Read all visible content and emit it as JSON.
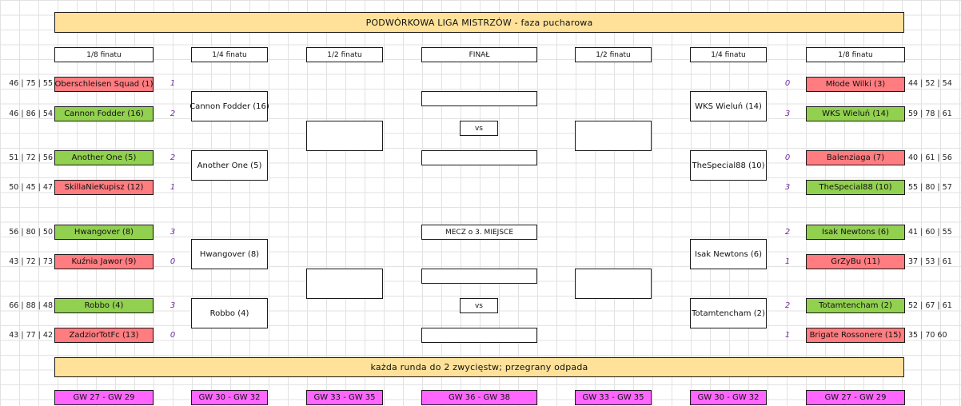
{
  "title": "PODWÓRKOWA LIGA MISTRZÓW - faza pucharowa",
  "rule": "każda runda do 2 zwycięstw; przegrany odpada",
  "headers": {
    "r16_left": "1/8 finatu",
    "qf_left": "1/4 finatu",
    "sf_left": "1/2 finatu",
    "final": "FINAŁ",
    "sf_right": "1/2 finatu",
    "qf_right": "1/4 finatu",
    "r16_right": "1/8 finatu"
  },
  "third_place_label": "MECZ o 3. MIEJSCE",
  "vs_label": "vs",
  "left_r16": [
    {
      "team": "Oberschleisen Squad (1)",
      "score": "1",
      "stats": "46 | 75 | 55",
      "result": "lose"
    },
    {
      "team": "Cannon Fodder (16)",
      "score": "2",
      "stats": "46 | 86 | 54",
      "result": "win"
    },
    {
      "team": "Another One (5)",
      "score": "2",
      "stats": "51 | 72 | 56",
      "result": "win"
    },
    {
      "team": "SkillaNieKupisz (12)",
      "score": "1",
      "stats": "50 | 45 | 47",
      "result": "lose"
    },
    {
      "team": "Hwangover (8)",
      "score": "3",
      "stats": "56 | 80 | 50",
      "result": "win"
    },
    {
      "team": "Kuźnia Jawor (9)",
      "score": "0",
      "stats": "43 | 72 | 73",
      "result": "lose"
    },
    {
      "team": "Robbo (4)",
      "score": "3",
      "stats": "66 | 88 | 48",
      "result": "win"
    },
    {
      "team": "ZadziorTotFc (13)",
      "score": "0",
      "stats": "43 | 77 | 42",
      "result": "lose"
    }
  ],
  "right_r16": [
    {
      "team": "Młode Wilki (3)",
      "score": "0",
      "stats": "44 | 52 | 54",
      "result": "lose"
    },
    {
      "team": "WKS Wieluń (14)",
      "score": "3",
      "stats": "59 | 78 | 61",
      "result": "win"
    },
    {
      "team": "Balenziaga (7)",
      "score": "0",
      "stats": "40 | 61 | 56",
      "result": "lose"
    },
    {
      "team": "TheSpecial88 (10)",
      "score": "3",
      "stats": "55 | 80 | 57",
      "result": "win"
    },
    {
      "team": "Isak Newtons (6)",
      "score": "2",
      "stats": "41 | 60 | 55",
      "result": "win"
    },
    {
      "team": "GrZyBu (11)",
      "score": "1",
      "stats": "37 | 53 | 61",
      "result": "lose"
    },
    {
      "team": "Totamtencham (2)",
      "score": "2",
      "stats": "52 | 67 | 61",
      "result": "win"
    },
    {
      "team": "Brigate Rossonere (15)",
      "score": "1",
      "stats": "35 | 70 60",
      "result": "lose"
    }
  ],
  "left_qf": [
    "Cannon Fodder (16)",
    "Another One (5)",
    "Hwangover (8)",
    "Robbo (4)"
  ],
  "right_qf": [
    "WKS Wieluń (14)",
    "TheSpecial88 (10)",
    "Isak Newtons (6)",
    "Totamtencham (2)"
  ],
  "gameweeks": {
    "r16_left": "GW 27 - GW 29",
    "qf_left": "GW 30 - GW 32",
    "sf_left": "GW 33 - GW 35",
    "final": "GW 36 - GW 38",
    "sf_right": "GW 33 - GW 35",
    "qf_right": "GW 30 - GW 32",
    "r16_right": "GW 27 - GW 29"
  },
  "colors": {
    "banner": "#ffe199",
    "winner": "#92d050",
    "loser": "#ff7c80",
    "gameweek": "#ff66ff",
    "score_text": "#7030a0"
  }
}
